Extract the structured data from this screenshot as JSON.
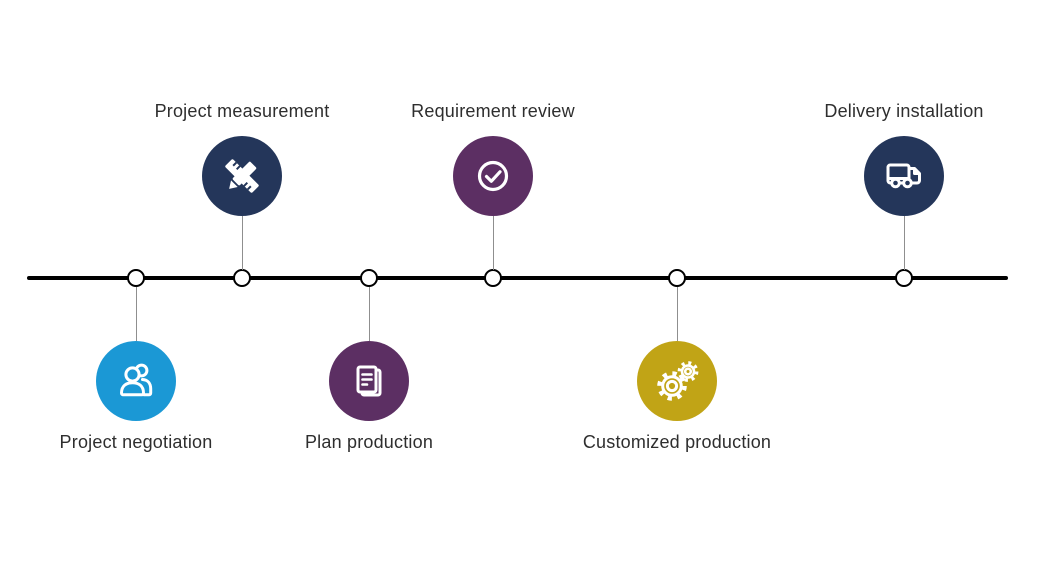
{
  "diagram": {
    "type": "process-timeline",
    "line_color": "#000000",
    "connector_color": "#8f8f8f",
    "node_fill": "#ffffff",
    "node_stroke": "#000000",
    "label_color": "#2e2e2e",
    "milestones": [
      {
        "label": "Project negotiation",
        "side": "bottom",
        "icon": "people-icon",
        "color": "#1b98d5"
      },
      {
        "label": "Project measurement",
        "side": "top",
        "icon": "ruler-pencil-icon",
        "color": "#24365a"
      },
      {
        "label": "Plan production",
        "side": "bottom",
        "icon": "document-icon",
        "color": "#5c2f63"
      },
      {
        "label": "Requirement review",
        "side": "top",
        "icon": "check-circle-icon",
        "color": "#5c2f63"
      },
      {
        "label": "Customized production",
        "side": "bottom",
        "icon": "gears-icon",
        "color": "#c1a416"
      },
      {
        "label": "Delivery installation",
        "side": "top",
        "icon": "truck-icon",
        "color": "#24365a"
      }
    ]
  }
}
